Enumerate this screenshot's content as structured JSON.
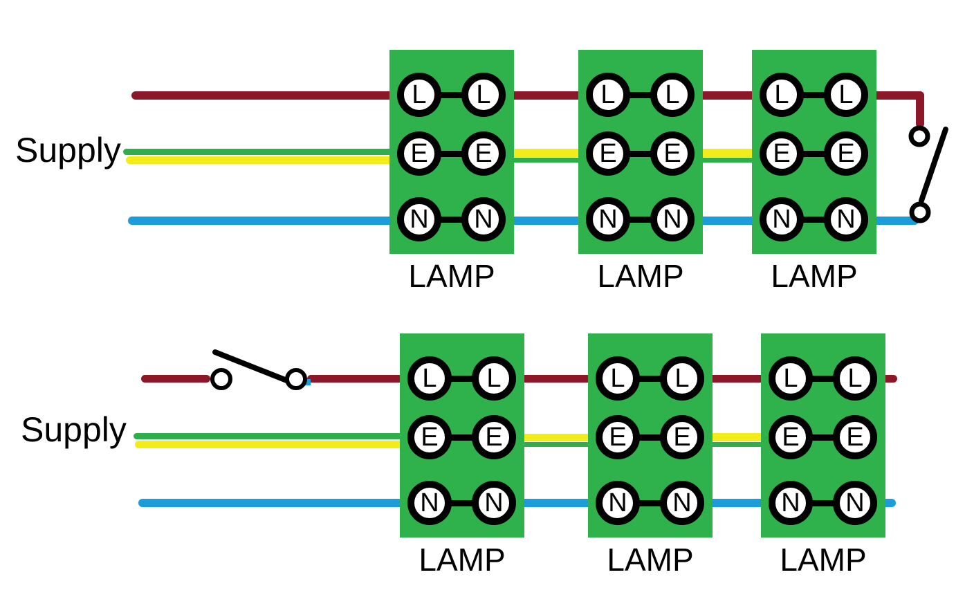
{
  "colors": {
    "live": "#8B1728",
    "neutral": "#1B9DDC",
    "earth_green": "#2FAE4C",
    "earth_yellow": "#F2EC1B",
    "lamp_box": "#2FB24B",
    "switch": "#000000"
  },
  "diagrams": [
    {
      "supply_label": "Supply",
      "switch_position": "end-of-line",
      "lamps": [
        {
          "label": "LAMP",
          "rows": [
            "L",
            "E",
            "N"
          ]
        },
        {
          "label": "LAMP",
          "rows": [
            "L",
            "E",
            "N"
          ]
        },
        {
          "label": "LAMP",
          "rows": [
            "L",
            "E",
            "N"
          ]
        }
      ]
    },
    {
      "supply_label": "Supply",
      "switch_position": "in-live-feed",
      "lamps": [
        {
          "label": "LAMP",
          "rows": [
            "L",
            "E",
            "N"
          ]
        },
        {
          "label": "LAMP",
          "rows": [
            "L",
            "E",
            "N"
          ]
        },
        {
          "label": "LAMP",
          "rows": [
            "L",
            "E",
            "N"
          ]
        }
      ]
    }
  ]
}
